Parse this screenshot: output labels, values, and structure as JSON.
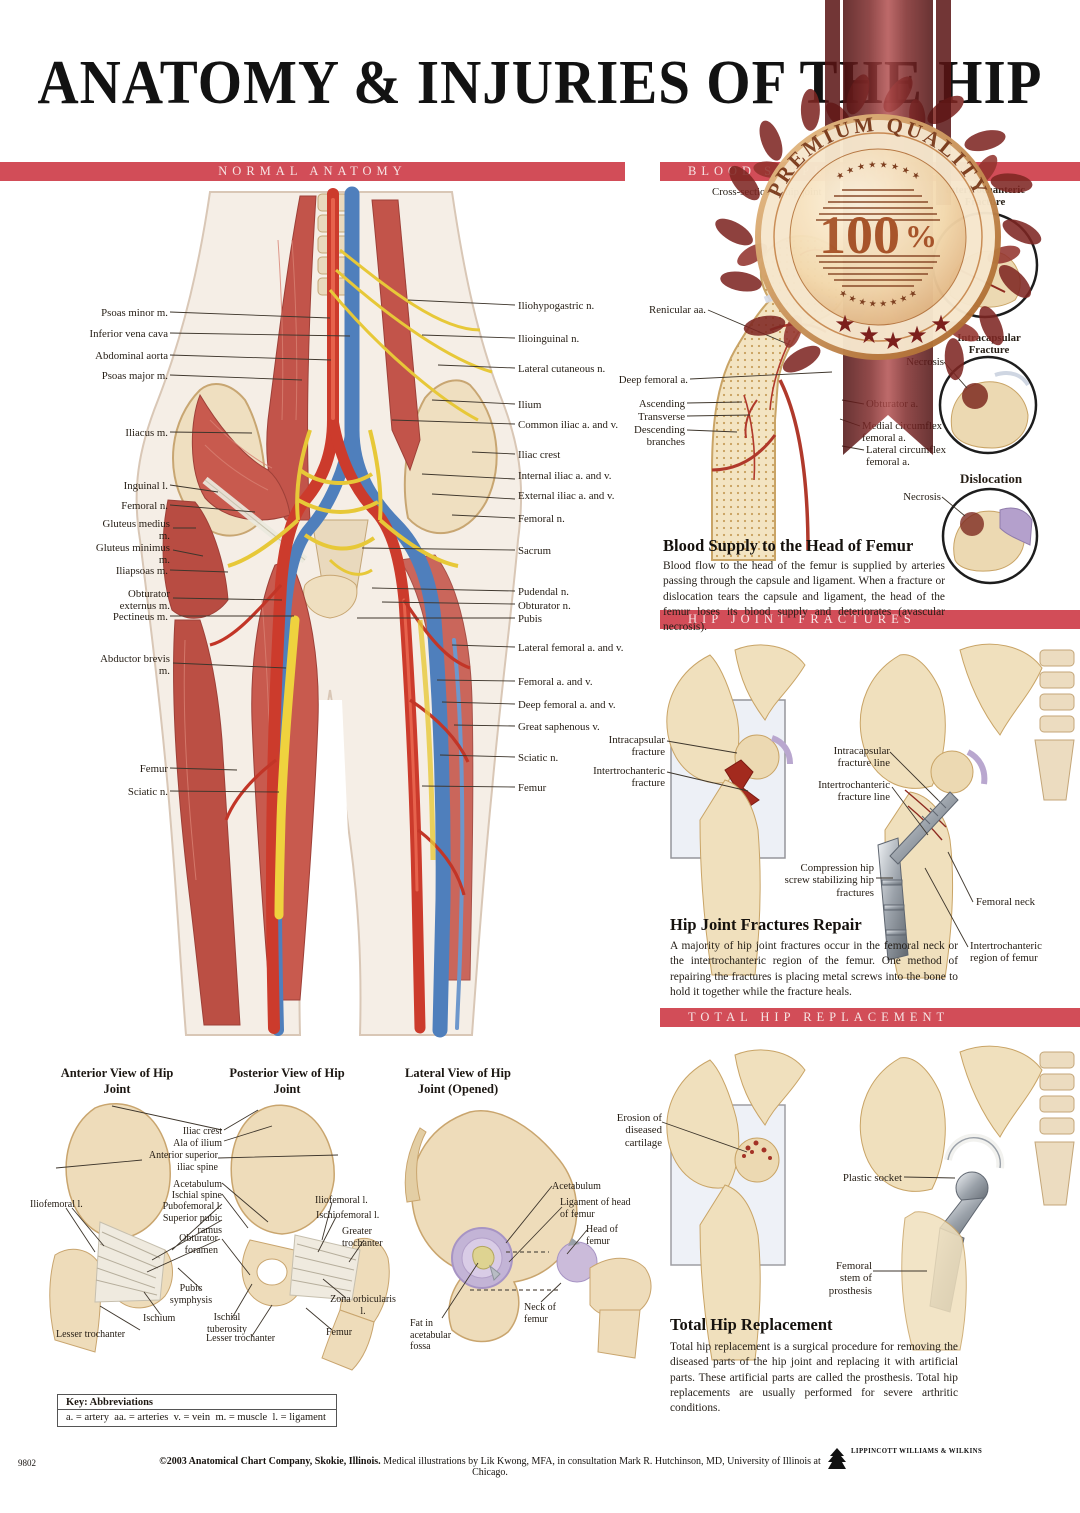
{
  "page": {
    "title": "ANATOMY & INJURIES OF THE HIP",
    "item_number": "9802",
    "copyright_bold": "©2003 Anatomical Chart Company, Skokie, Illinois.",
    "copyright_rest": " Medical illustrations by Lik Kwong, MFA, in consultation Mark R. Hutchinson, MD, University of Illinois at Chicago.",
    "publisher": "LIPPINCOTT WILLIAMS & WILKINS"
  },
  "badge": {
    "arc_text": "PREMIUM QUALITY",
    "value": "100",
    "percent": "%",
    "stars_row": "★ ★ ★ ★ ★ ★ ★ ★",
    "star": "★"
  },
  "bars": {
    "normal": "NORMAL ANATOMY",
    "blood": "BLOOD SUPPLY AND INJURY",
    "fractures": "HIP JOINT FRACTURES",
    "replacement": "TOTAL HIP REPLACEMENT"
  },
  "anatomy": {
    "left": [
      "Psoas minor m.",
      "Inferior vena cava",
      "Abdominal aorta",
      "Psoas major m.",
      "Iliacus m.",
      "Inguinal l.",
      "Femoral n.",
      "Gluteus medius m.",
      "Gluteus minimus m.",
      "Iliapsoas m.",
      "Obturator externus m.",
      "Pectineus m.",
      "Abductor brevis m.",
      "Femur",
      "Sciatic n."
    ],
    "right": [
      "Iliohypogastric n.",
      "Ilioinguinal n.",
      "Lateral cutaneous n.",
      "Ilium",
      "Common iliac a. and v.",
      "Iliac crest",
      "Internal iliac a. and v.",
      "External iliac a. and v.",
      "Femoral n.",
      "Sacrum",
      "Pudendal n.",
      "Obturator n.",
      "Pubis",
      "Lateral femoral a. and v.",
      "Femoral a. and v.",
      "Deep femoral a. and v.",
      "Great saphenous v.",
      "Sciatic n.",
      "Femur"
    ]
  },
  "blood": {
    "cross_section": "Cross-section of hip joint",
    "labels": [
      "Renicular aa.",
      "Deep femoral a.",
      "Ascending",
      "Transverse",
      "Descending branches",
      "Obturator a.",
      "Medial circumflex femoral a.",
      "Lateral circumflex femoral a."
    ],
    "necrosis_top": "Necrosis",
    "necrosis_bottom": "Necrosis",
    "inset_titles": {
      "intertrochanteric": "Intertrochanteric Fracture",
      "intracapsular": "Intracapsular Fracture",
      "dislocation": "Dislocation"
    },
    "heading": "Blood Supply to the Head of Femur",
    "body": "Blood flow to the head of the femur is supplied by arteries passing through the capsule and ligament. When a fracture or dislocation tears the capsule and ligament, the head of the femur loses its blood supply and deteriorates (avascular necrosis)."
  },
  "fractures": {
    "labels": [
      "Intracapsular fracture",
      "Intertrochanteric fracture",
      "Intracapsular fracture line",
      "Intertrochanteric fracture line",
      "Compression hip screw stabilizing hip fractures",
      "Femoral neck",
      "Intertrochanteric region of femur"
    ],
    "heading": "Hip Joint Fractures Repair",
    "body": "A majority of hip joint fractures occur in the femoral neck or the intertrochanteric region of the femur. One method of repairing the fractures is placing metal screws into the bone to hold it together while the fracture heals."
  },
  "replacement": {
    "labels": [
      "Erosion of diseased cartilage",
      "Plastic socket",
      "Femoral stem of prosthesis"
    ],
    "heading": "Total Hip Replacement",
    "body": "Total hip replacement is a surgical procedure for removing the diseased parts of the hip joint and replacing it with artificial parts. These artificial parts are called the prosthesis. Total hip replacements are usually performed for severe arthritic conditions."
  },
  "views": {
    "titles": [
      "Anterior View of Hip Joint",
      "Posterior View of Hip Joint",
      "Lateral View of Hip Joint (Opened)"
    ],
    "labels": [
      "Iliac crest",
      "Ala of ilium",
      "Anterior superior iliac spine",
      "Acetabulum",
      "Ischial spine",
      "Pubofemoral l.",
      "Superior pubic ramus",
      "Obturator foramen",
      "Iliofemoral l.",
      "Iliofemoral l.",
      "Ischiofemoral l.",
      "Greater trochanter",
      "Pubic symphysis",
      "Ischium",
      "Lesser trochanter",
      "Ischial tuberosity",
      "Lesser trochanter",
      "Zona orbicularis l.",
      "Femur",
      "Acetabulum",
      "Ligament of head of femur",
      "Head of femur",
      "Neck of femur",
      "Fat in acetabular fossa"
    ]
  },
  "key": {
    "title": "Key: Abbreviations",
    "items": [
      "a. = artery",
      "aa. = arteries",
      "v. = vein",
      "m. = muscle",
      "l. = ligament"
    ]
  }
}
